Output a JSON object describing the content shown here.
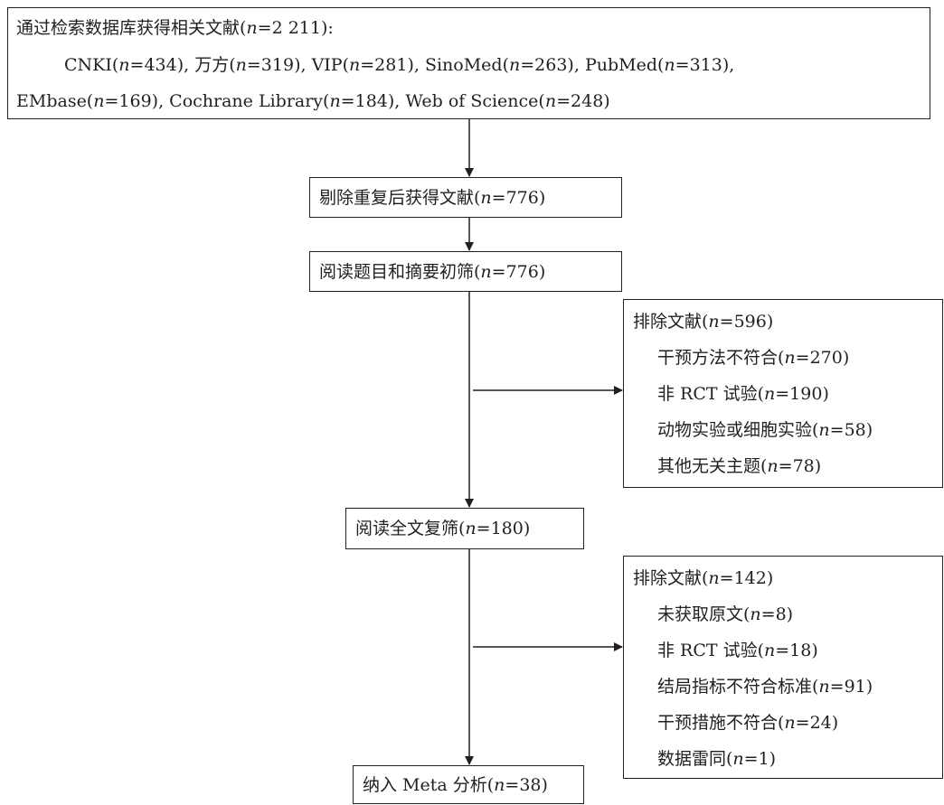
{
  "top_box": {
    "line1": {
      "a": "通过检索数据库获得相关文献(",
      "n": "n",
      "b": "=2 211):"
    },
    "line2": [
      {
        "pre": "CNKI(",
        "n": "n",
        "post": "=434),"
      },
      {
        "pre": "万方(",
        "n": "n",
        "post": "=319),"
      },
      {
        "pre": "VIP(",
        "n": "n",
        "post": "=281),"
      },
      {
        "pre": "SinoMed(",
        "n": "n",
        "post": "=263),"
      },
      {
        "pre": "PubMed(",
        "n": "n",
        "post": "=313),"
      }
    ],
    "line3": [
      {
        "pre": "EMbase(",
        "n": "n",
        "post": "=169),"
      },
      {
        "pre": "Cochrane Library(",
        "n": "n",
        "post": "=184),"
      },
      {
        "pre": "Web of Science(",
        "n": "n",
        "post": "=248)"
      }
    ]
  },
  "dedup_box": {
    "pre": "剔除重复后获得文献(",
    "n": "n",
    "post": "=776)"
  },
  "screen_box": {
    "pre": "阅读题目和摘要初筛(",
    "n": "n",
    "post": "=776)"
  },
  "exclude1": {
    "title": {
      "pre": "排除文献(",
      "n": "n",
      "post": "=596)"
    },
    "items": [
      {
        "pre": "干预方法不符合(",
        "n": "n",
        "post": "=270)"
      },
      {
        "pre": "非 RCT 试验(",
        "n": "n",
        "post": "=190)"
      },
      {
        "pre": "动物实验或细胞实验(",
        "n": "n",
        "post": "=58)"
      },
      {
        "pre": "其他无关主题(",
        "n": "n",
        "post": "=78)"
      }
    ]
  },
  "fulltext_box": {
    "pre": "阅读全文复筛(",
    "n": "n",
    "post": "=180)"
  },
  "exclude2": {
    "title": {
      "pre": "排除文献(",
      "n": "n",
      "post": "=142)"
    },
    "items": [
      {
        "pre": "未获取原文(",
        "n": "n",
        "post": "=8)"
      },
      {
        "pre": "非 RCT 试验(",
        "n": "n",
        "post": "=18)"
      },
      {
        "pre": "结局指标不符合标准(",
        "n": "n",
        "post": "=91)"
      },
      {
        "pre": "干预措施不符合(",
        "n": "n",
        "post": "=24)"
      },
      {
        "pre": "数据雷同(",
        "n": "n",
        "post": "=1)"
      }
    ]
  },
  "final_box": {
    "pre": "纳入 Meta 分析(",
    "n": "n",
    "post": "=38)"
  }
}
